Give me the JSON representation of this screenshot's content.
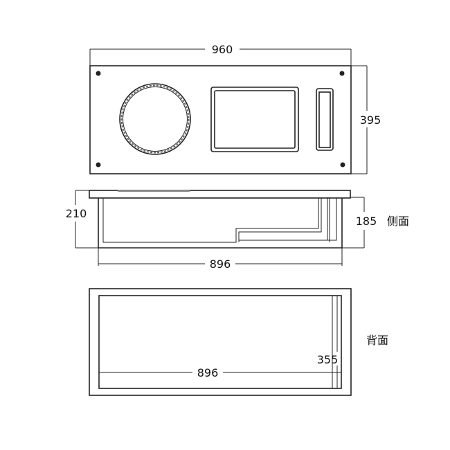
{
  "top_view": {
    "width_dim": "960",
    "height_dim": "395"
  },
  "side_view": {
    "height_dim": "210",
    "inner_height_dim": "185",
    "label": "侧面",
    "width_dim": "896"
  },
  "back_view": {
    "label": "背面",
    "width_dim": "896",
    "height_dim": "355"
  }
}
